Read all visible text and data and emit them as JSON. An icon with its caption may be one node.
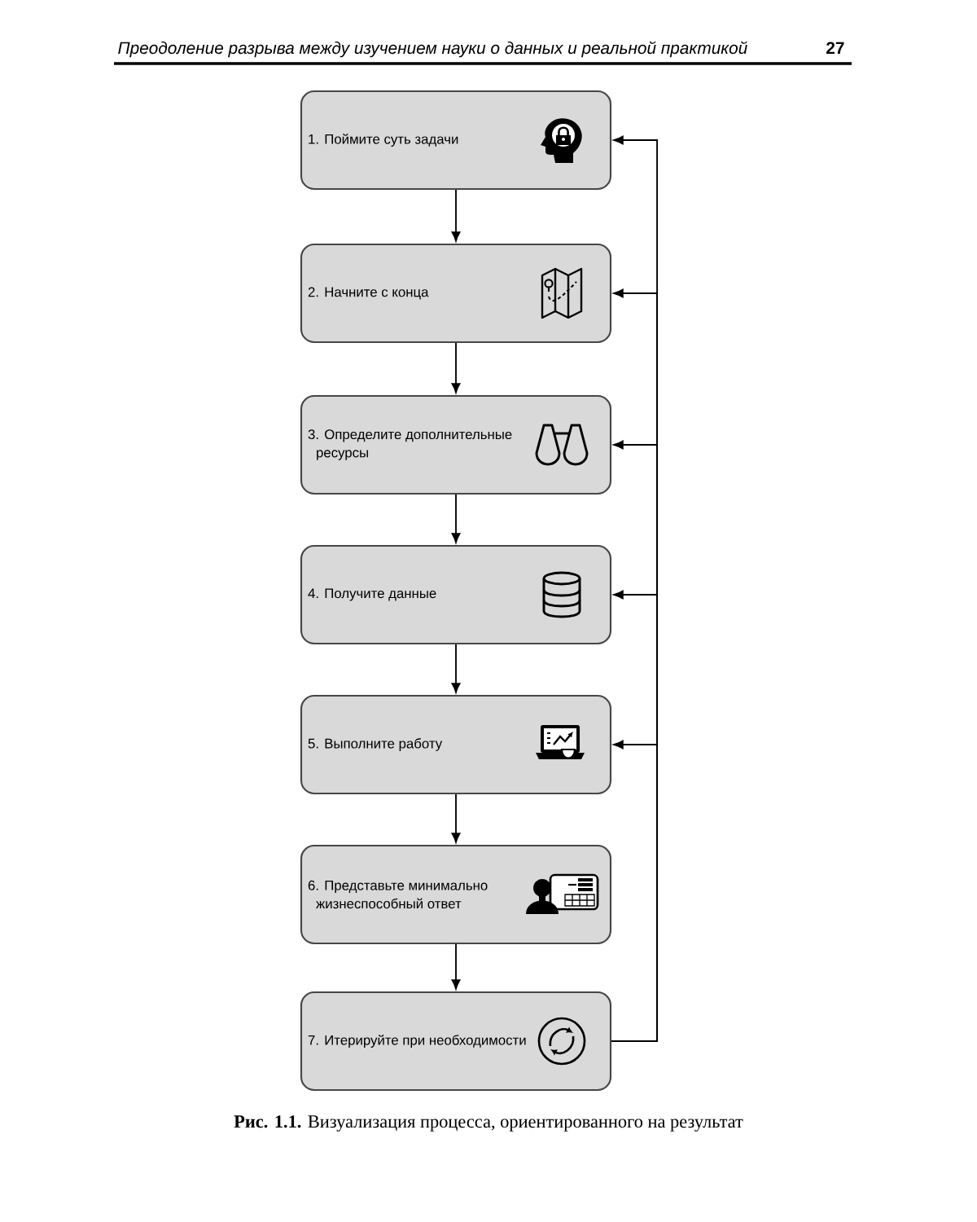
{
  "diagram": {
    "caption": "**Рис. 1.1.** Визуализация процесса, ориентированного на результат",
    "nodes": [
      {
        "text": [
          "1. Поймите суть задачи"
        ]
      },
      {
        "text": [
          "2. Начните с конца"
        ]
      },
      {
        "text": [
          "3. Определите дополнительные ресурсы"
        ]
      },
      {
        "text": [
          "4. Получите данные"
        ]
      },
      {
        "text": [
          "5. Выполните работу"
        ]
      },
      {
        "text": [
          "6. Представьте минимально жизнеспособный ответ"
        ]
      },
      {
        "text": [
          "7. Итерируйте при необходимости"
        ]
      }
    ],
    "edges": [
      {
        "from": 0,
        "to": 1,
        "arrow": "to"
      },
      {
        "from": 1,
        "to": 2,
        "arrow": "to"
      },
      {
        "from": 2,
        "to": 3,
        "arrow": "to"
      },
      {
        "from": 3,
        "to": 4,
        "arrow": "to"
      },
      {
        "from": 4,
        "to": 5,
        "arrow": "to"
      },
      {
        "from": 5,
        "to": 6,
        "arrow": "to"
      },
      {
        "from": 6,
        "to": 0,
        "arrow": "to"
      },
      {
        "from": 6,
        "to": 1,
        "arrow": "to"
      },
      {
        "from": 6,
        "to": 2,
        "arrow": "to"
      },
      {
        "from": 6,
        "to": 3,
        "arrow": "to"
      },
      {
        "from": 6,
        "to": 4,
        "arrow": "to"
      }
    ],
    "labels": [
      "Преодоление разрыва между изучением науки о данных и реальной практикой",
      "27"
    ]
  }
}
